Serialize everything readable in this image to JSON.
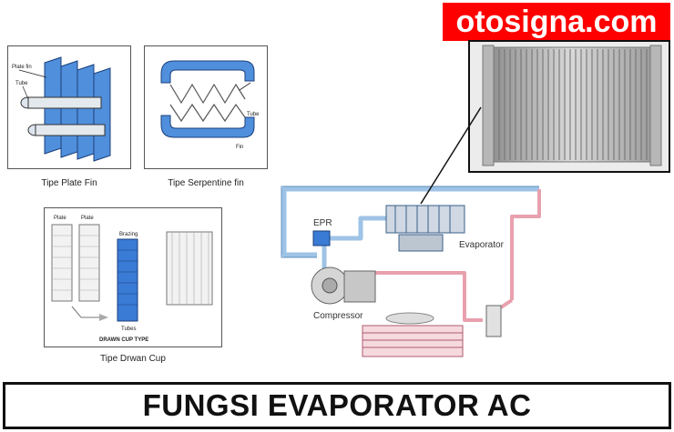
{
  "brand": {
    "text": "otosigna.com",
    "bg_color": "#ff0000",
    "text_color": "#ffffff"
  },
  "panels": {
    "plate_fin": {
      "caption": "Tipe Plate Fin",
      "labels": {
        "plate_fin": "Plate fin",
        "tube": "Tube"
      }
    },
    "serpentine": {
      "caption": "Tipe Serpentine fin",
      "labels": {
        "tube": "Tube",
        "fin": "Fin"
      }
    },
    "drawn_cup": {
      "caption": "Tipe Drwan Cup",
      "labels": {
        "plate_left": "Plate",
        "plate_right": "Plate",
        "brazing": "Brazing",
        "tubes": "Tubes",
        "type": "DRAWN CUP TYPE"
      }
    }
  },
  "system": {
    "labels": {
      "epr": "EPR",
      "evaporator": "Evaporator",
      "compressor": "Compressor"
    },
    "colors": {
      "low_pressure": "#9ec3e6",
      "high_pressure": "#e8a0ae",
      "component": "#3a7bd5"
    }
  },
  "title": {
    "text": "FUNGSI EVAPORATOR AC"
  }
}
